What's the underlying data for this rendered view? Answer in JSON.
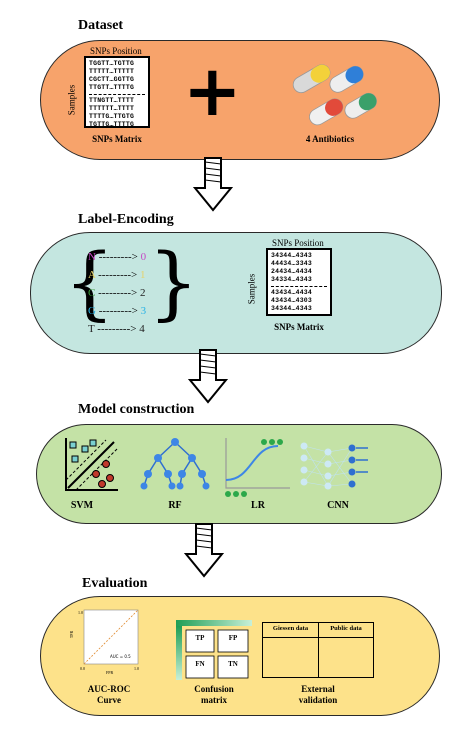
{
  "colors": {
    "dataset_fill": "#f7a36b",
    "encoding_fill": "#c4e6e0",
    "model_fill": "#c4e2a6",
    "evaluation_fill": "#fde28a",
    "arrow_fill": "#ffffff",
    "nuc_N": "#c447c4",
    "nuc_A": "#e6d36a",
    "nuc_C": "#3a9a3a",
    "nuc_G": "#2bb3e6",
    "nuc_T": "#222222"
  },
  "stages": {
    "dataset": {
      "heading": "Dataset",
      "matrix_title": "SNPs Position",
      "matrix_axis": "Samples",
      "matrix_caption": "SNPs Matrix",
      "rows": [
        "TGGTT…TGTTG",
        "TTTTT…TTTTT",
        "CGCTT…GGTTG",
        "TTGTT…TTTTG",
        "TTNGTT…TTTT",
        "TTTTTT…TTTT",
        "TTTTG…TTGTG",
        "TGTTG…TTTTG"
      ],
      "plus_symbol": "+",
      "antibiotics_caption": "4 Antibiotics"
    },
    "encoding": {
      "heading": "Label-Encoding",
      "mappings": [
        {
          "nuc": "N",
          "arrow": "---------> ",
          "code": "0"
        },
        {
          "nuc": "A",
          "arrow": "---------> ",
          "code": "1"
        },
        {
          "nuc": "C",
          "arrow": "---------> ",
          "code": "2"
        },
        {
          "nuc": "G",
          "arrow": "---------> ",
          "code": "3"
        },
        {
          "nuc": "T",
          "arrow": "---------> ",
          "code": "4"
        }
      ],
      "matrix_title": "SNPs Position",
      "matrix_axis": "Samples",
      "matrix_caption": "SNPs Matrix",
      "rows": [
        "34344…4343",
        "44434…3343",
        "24434…4434",
        "34334…4343",
        "43434…4434",
        "43434…4303",
        "34344…4343"
      ]
    },
    "model": {
      "heading": "Model construction",
      "models": [
        "SVM",
        "RF",
        "LR",
        "CNN"
      ]
    },
    "evaluation": {
      "heading": "Evaluation",
      "roc": {
        "y_label": "TPR",
        "x_label": "FPR",
        "legend": "AUC = 0.5",
        "ticks": [
          "0.0",
          "1.0",
          "1.0"
        ],
        "caption_1": "AUC-ROC",
        "caption_2": "Curve"
      },
      "confusion": {
        "cells": [
          "TP",
          "FP",
          "FN",
          "TN"
        ],
        "caption_1": "Confusion",
        "caption_2": "matrix"
      },
      "external": {
        "columns": [
          "Giessen data",
          "Public data"
        ],
        "caption_1": "External",
        "caption_2": "validation"
      }
    }
  }
}
